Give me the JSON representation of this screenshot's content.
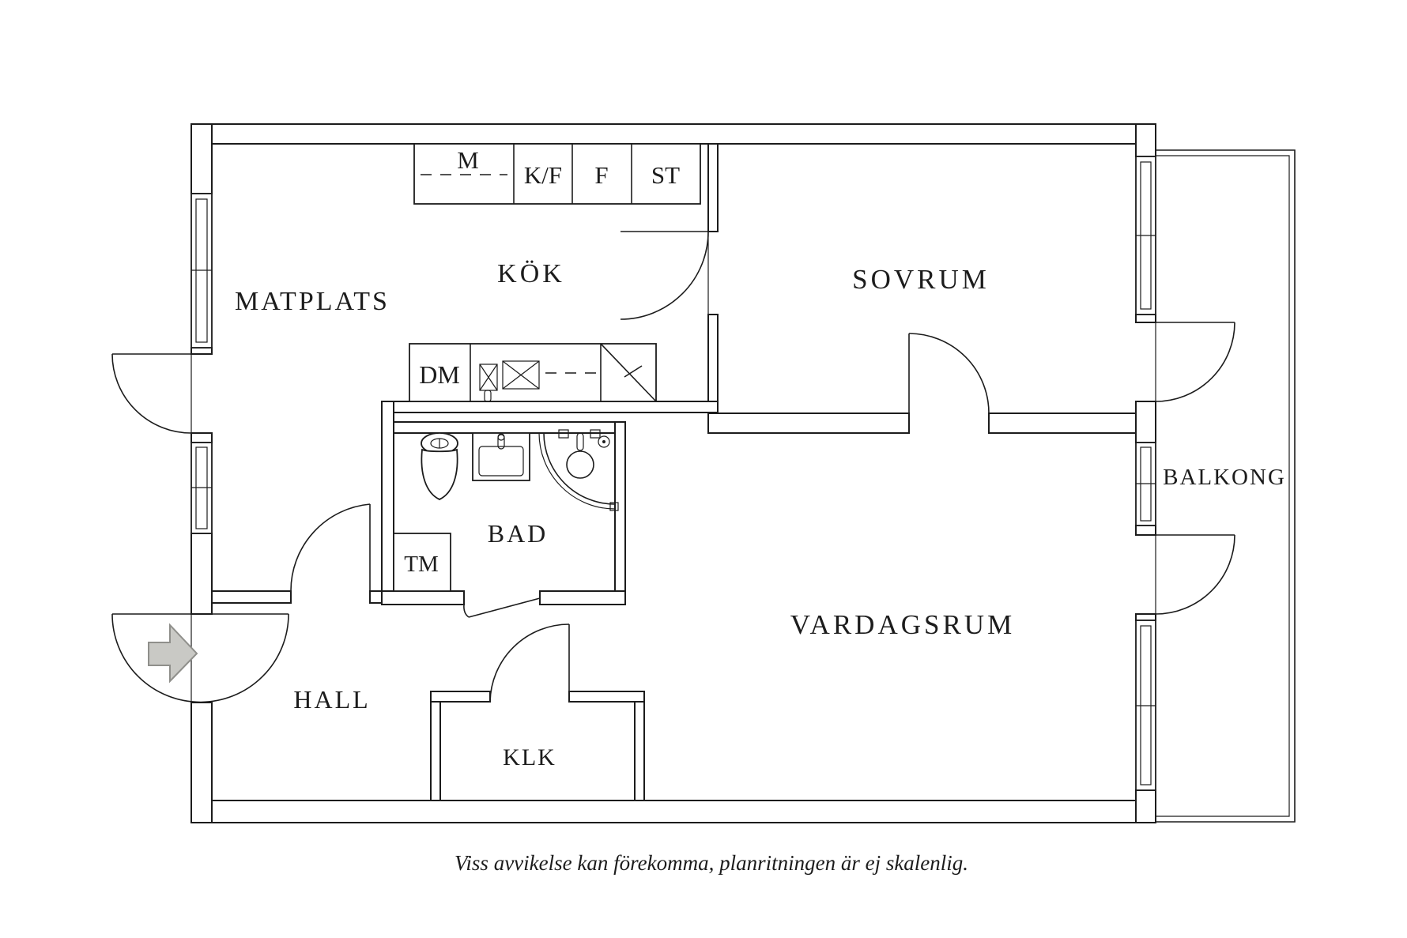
{
  "floorplan": {
    "rooms": {
      "matplats": "MATPLATS",
      "kok": "KÖK",
      "sovrum": "SOVRUM",
      "vardagsrum": "VARDAGSRUM",
      "bad": "BAD",
      "hall": "HALL",
      "klk": "KLK",
      "balkong": "BALKONG"
    },
    "appliances": {
      "m": "M",
      "kf": "K/F",
      "f": "F",
      "st": "ST",
      "dm": "DM",
      "tm": "TM"
    },
    "caption": "Viss avvikelse kan förekomma, planritningen är ej skalenlig.",
    "colors": {
      "line": "#1c1c1c",
      "text": "#1c1c1c",
      "background": "#ffffff",
      "arrow_fill": "#c9c9c5",
      "arrow_stroke": "#8f8f8b"
    }
  }
}
